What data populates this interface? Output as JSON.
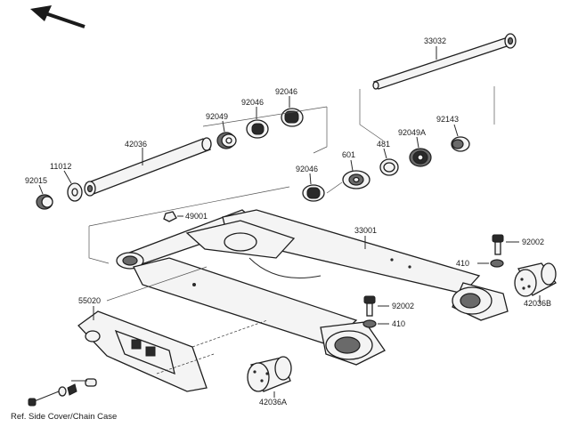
{
  "parts": {
    "p33032": "33032",
    "p92046a": "92046",
    "p92046b": "92046",
    "p92049": "92049",
    "p42036": "42036",
    "p92143": "92143",
    "p92049A": "92049A",
    "p481": "481",
    "p601": "601",
    "p92046c": "92046",
    "p11012": "11012",
    "p92015": "92015",
    "p49001": "49001",
    "p33001": "33001",
    "p92002a": "92002",
    "p410a": "410",
    "p42036B": "42036B",
    "p55020": "55020",
    "p92002b": "92002",
    "p410b": "410",
    "p42036A": "42036A"
  },
  "caption": "Ref. Side Cover/Chain Case",
  "icons": {
    "direction_arrow": "front-direction-arrow-icon"
  }
}
